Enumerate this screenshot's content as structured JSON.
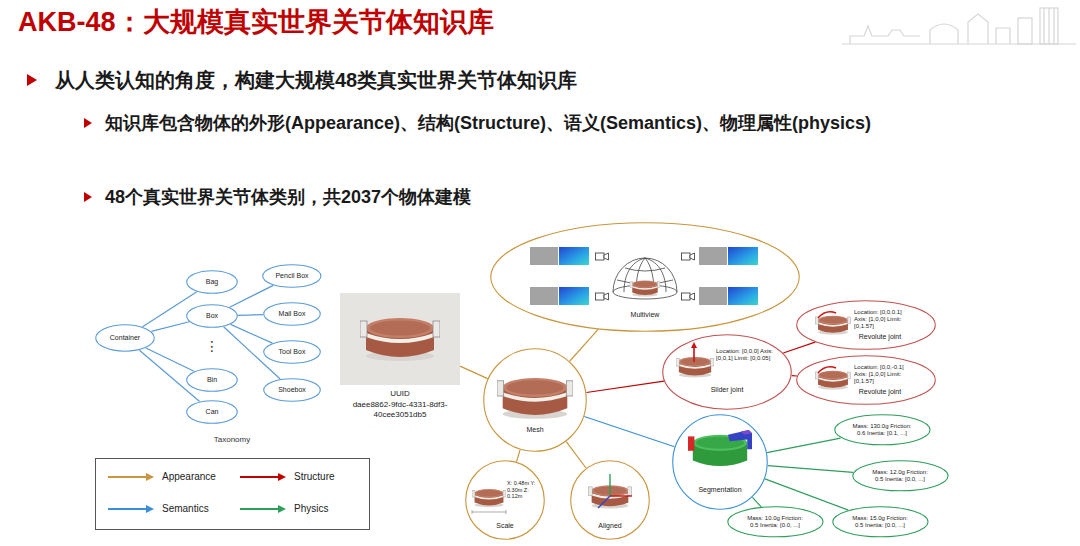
{
  "diagram": {
    "title": "AKB-48：大规模真实世界关节体知识库",
    "nodes": [
      {
        "text": [
          "Container"
        ]
      },
      {
        "text": [
          "Bag"
        ]
      },
      {
        "text": [
          "Box"
        ]
      },
      {
        "text": [
          "Bin"
        ]
      },
      {
        "text": [
          "Can"
        ]
      },
      {
        "text": [
          "Pencil Box"
        ]
      },
      {
        "text": [
          "Mail Box"
        ]
      },
      {
        "text": [
          "Tool Box"
        ]
      },
      {
        "text": [
          "Shoebox"
        ]
      },
      {
        "text": [
          "UUID",
          "daee8862-9fdc-4331-8df3-40cee3051db5"
        ]
      },
      {
        "text": [
          "Multiview"
        ]
      },
      {
        "text": [
          "Mesh"
        ]
      },
      {
        "text": [
          "Location: [0,0,0] Axis: [0,0,1] Limit: [0,0.05]",
          "Slider joint"
        ]
      },
      {
        "text": [
          "Location: [0,0,0.1] Axis: [1,0,0] Limit: [0,1.57]",
          "Revolute joint"
        ]
      },
      {
        "text": [
          "Location: [0,0,-0.1] Axis: [1,0,0] Limit: [0,1.57]",
          "Revolute joint"
        ]
      },
      {
        "text": [
          "Segmentation"
        ]
      },
      {
        "text": [
          "Mass: 130.0g Friction: 0.6 Inertia: [0.1, ...]"
        ]
      },
      {
        "text": [
          "Mass: 12.0g Friction: 0.5 Inertia: [0.0, ...]"
        ]
      },
      {
        "text": [
          "Mass: 10.0g Friction: 0.5 Inertia: [0.0, ...]"
        ]
      },
      {
        "text": [
          "Mass: 15.0g Friction: 0.5 Inertia: [0.0, ...]"
        ]
      },
      {
        "text": [
          "X: 0.48m Y: 0.30m Z: 0.12m",
          "Scale"
        ]
      },
      {
        "text": [
          "Aligned"
        ]
      }
    ],
    "edges": [
      {
        "from": 0,
        "to": 1,
        "arrow": "none"
      },
      {
        "from": 0,
        "to": 2,
        "arrow": "none"
      },
      {
        "from": 0,
        "to": 3,
        "arrow": "none"
      },
      {
        "from": 0,
        "to": 4,
        "arrow": "none"
      },
      {
        "from": 2,
        "to": 5,
        "arrow": "none"
      },
      {
        "from": 2,
        "to": 6,
        "arrow": "none"
      },
      {
        "from": 2,
        "to": 7,
        "arrow": "none"
      },
      {
        "from": 2,
        "to": 8,
        "arrow": "none"
      },
      {
        "from": 9,
        "to": 11,
        "arrow": "none"
      },
      {
        "from": 11,
        "to": 10,
        "arrow": "none"
      },
      {
        "from": 11,
        "to": 12,
        "arrow": "none"
      },
      {
        "from": 12,
        "to": 13,
        "arrow": "none"
      },
      {
        "from": 12,
        "to": 14,
        "arrow": "none"
      },
      {
        "from": 11,
        "to": 15,
        "arrow": "none"
      },
      {
        "from": 15,
        "to": 16,
        "arrow": "none"
      },
      {
        "from": 15,
        "to": 17,
        "arrow": "none"
      },
      {
        "from": 15,
        "to": 18,
        "arrow": "none"
      },
      {
        "from": 15,
        "to": 19,
        "arrow": "none"
      },
      {
        "from": 11,
        "to": 20,
        "arrow": "none"
      },
      {
        "from": 11,
        "to": 21,
        "arrow": "none"
      }
    ],
    "labels": [
      "从人类认知的角度，构建大规模48类真实世界关节体知识库",
      "知识库包含物体的外形(Appearance)、结构(Structure)、语义(Semantics)、物理属性(physics)",
      "48个真实世界关节体类别，共2037个物体建模",
      "⋮",
      "Taxonomy"
    ],
    "legend": [
      {
        "text": "Appearance"
      },
      {
        "text": "Structure"
      },
      {
        "text": "Semantics"
      },
      {
        "text": "Physics"
      }
    ]
  }
}
